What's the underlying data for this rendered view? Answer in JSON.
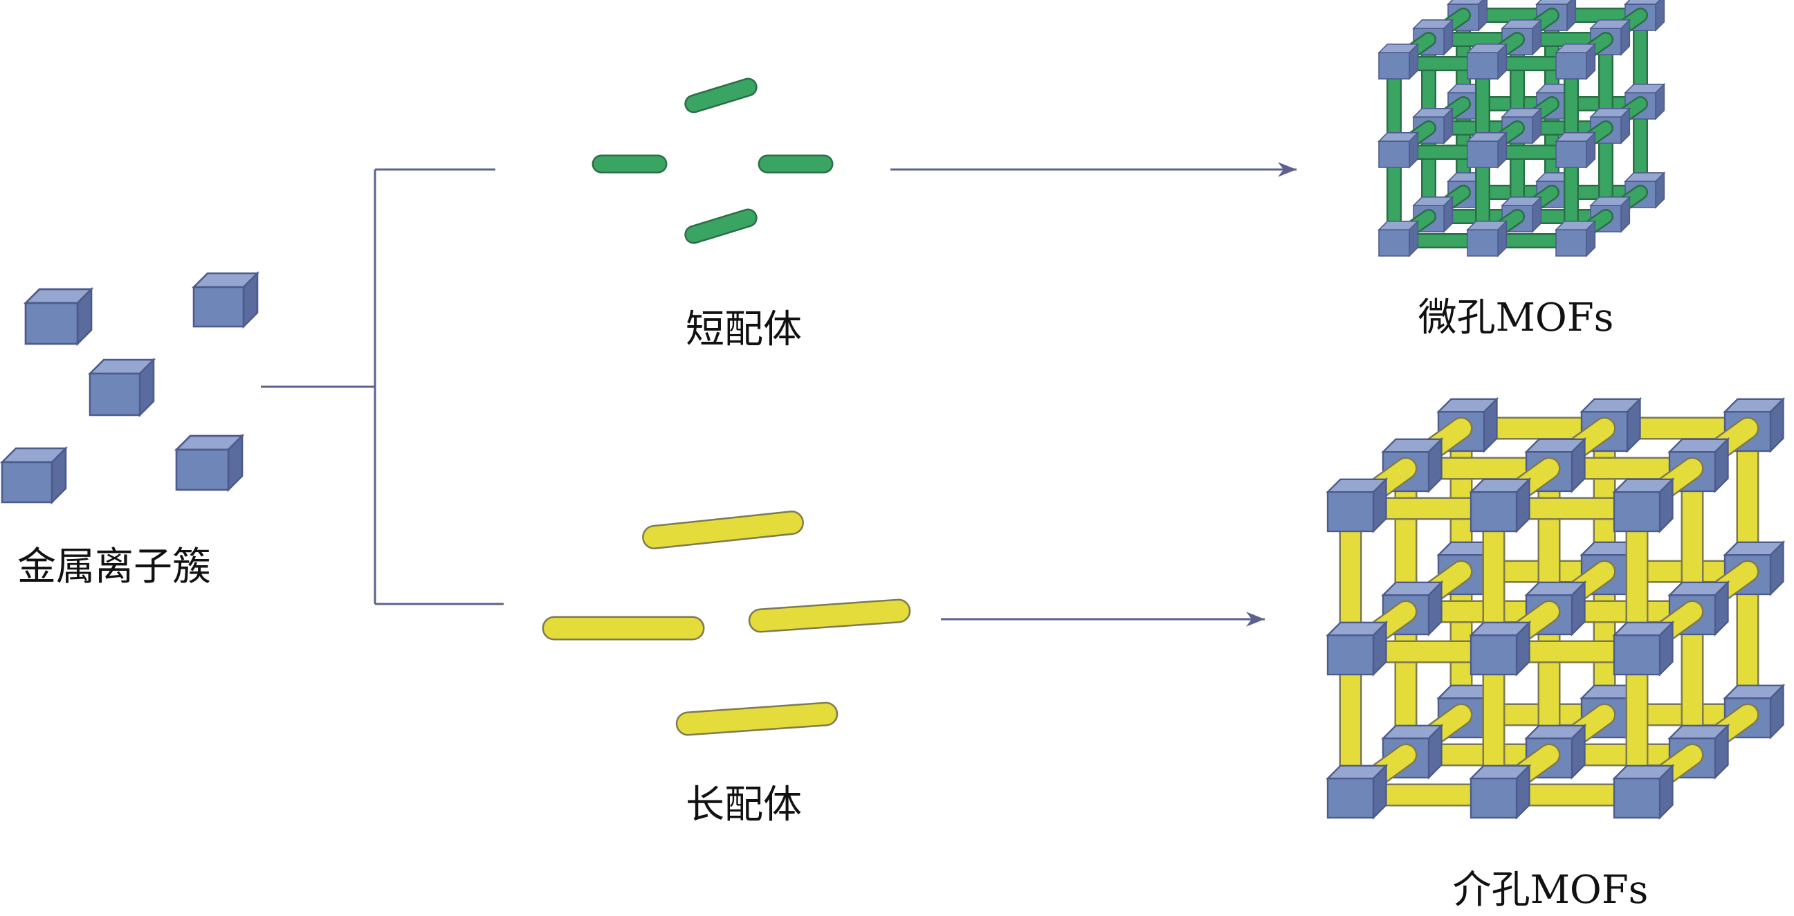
{
  "labels": {
    "metal_clusters": "金属离子簇",
    "short_linker": "短配体",
    "long_linker": "长配体",
    "microporous": "微孔MOFs",
    "mesoporous": "介孔MOFs"
  },
  "colors": {
    "node_front": "#6f86b8",
    "node_top": "#95a6d0",
    "node_side": "#5a6b9e",
    "node_stroke": "#4d5b8c",
    "short_linker": "#3aa563",
    "short_linker_edge": "#2a6e46",
    "long_linker": "#e4dc3a",
    "long_linker_edge": "#7d7a52",
    "connector": "#5d6190"
  },
  "lattice_size": [
    3,
    3,
    3
  ]
}
